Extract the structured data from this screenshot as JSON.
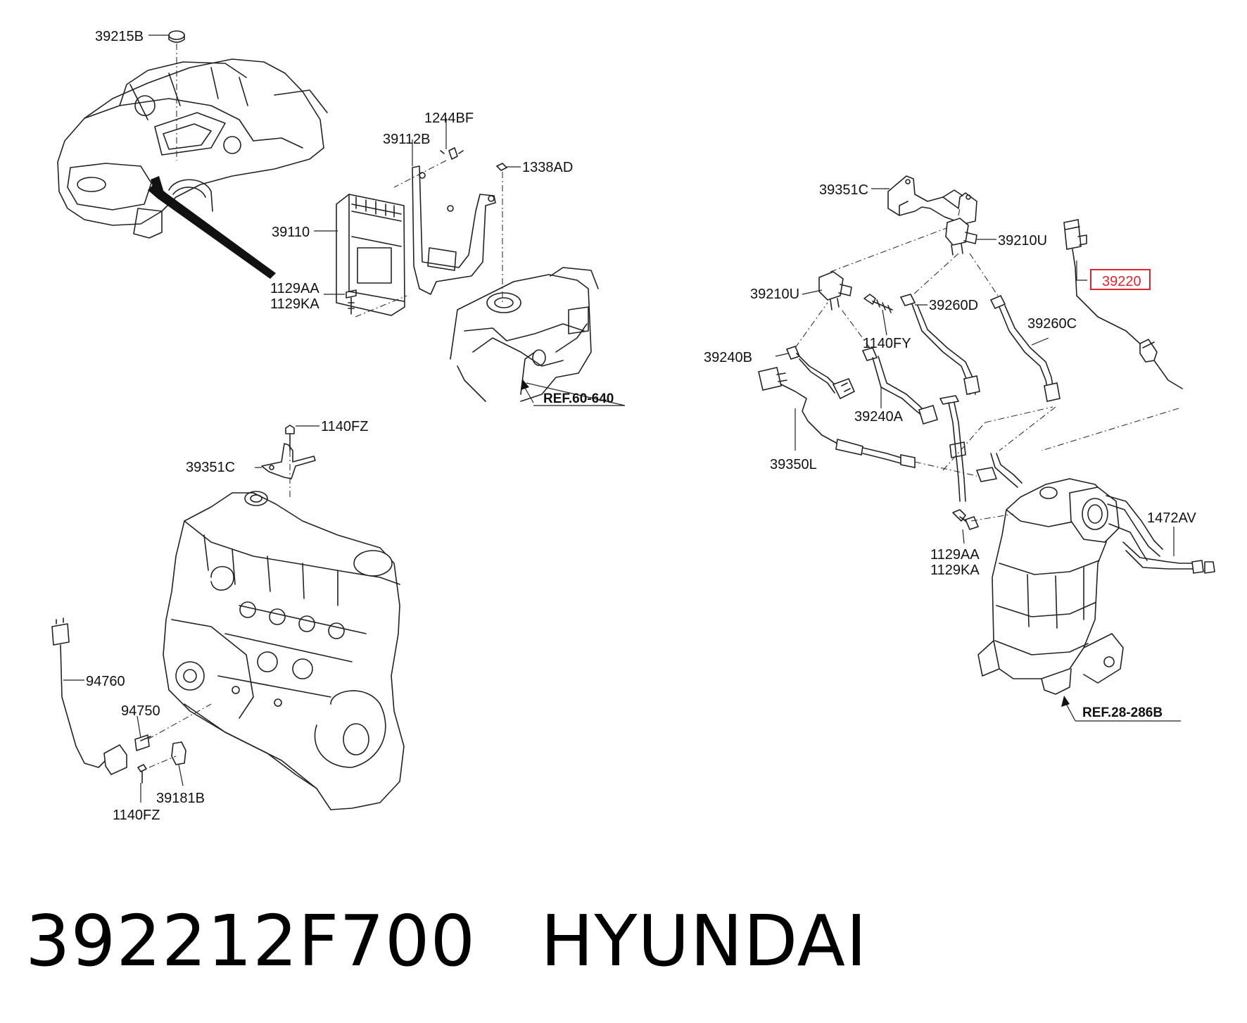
{
  "footer": {
    "part_number": "392212F700",
    "brand": "HYUNDAI"
  },
  "labels": {
    "l_39215B": "39215B",
    "l_1244BF": "1244BF",
    "l_39112B": "39112B",
    "l_1338AD": "1338AD",
    "l_39110": "39110",
    "l_1129AA_a": "1129AA",
    "l_1129KA_a": "1129KA",
    "l_ref60640": "REF.60-640",
    "l_1140FZ_a": "1140FZ",
    "l_39351C_a": "39351C",
    "l_94760": "94760",
    "l_94750": "94750",
    "l_39181B": "39181B",
    "l_1140FZ_b": "1140FZ",
    "l_39351C_b": "39351C",
    "l_39210U_a": "39210U",
    "l_39220": "39220",
    "l_39210U_b": "39210U",
    "l_39260D": "39260D",
    "l_39260C": "39260C",
    "l_1140FY": "1140FY",
    "l_39240B": "39240B",
    "l_39240A": "39240A",
    "l_39350L": "39350L",
    "l_1472AV": "1472AV",
    "l_1129AA_b": "1129AA",
    "l_1129KA_b": "1129KA",
    "l_ref28286B": "REF.28-286B"
  },
  "highlight": {
    "part": "39220",
    "color": "#e0262a"
  }
}
